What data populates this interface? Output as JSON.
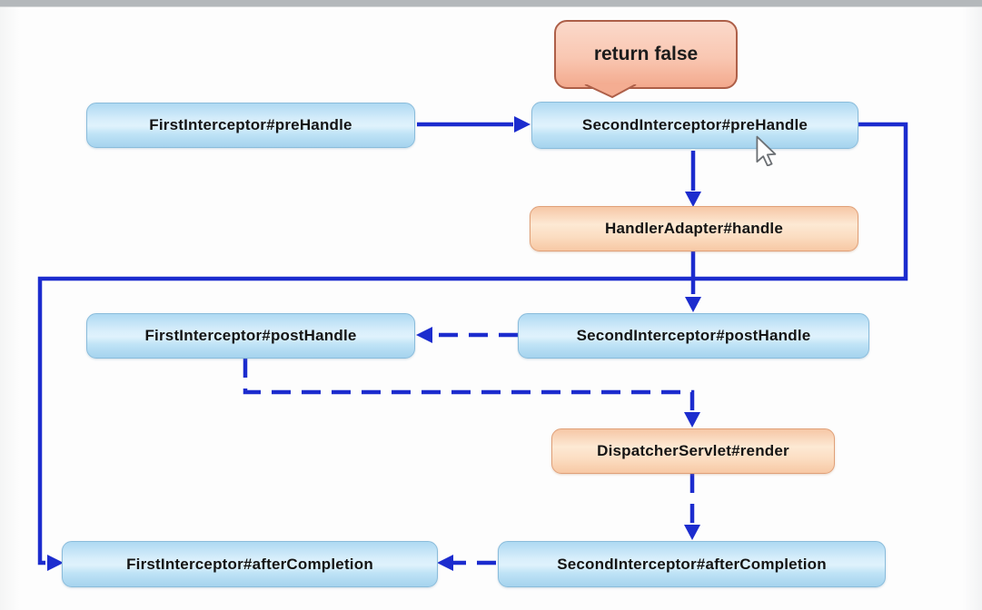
{
  "diagram": {
    "title_hint": "interceptor-flow-diagram",
    "bubble_label": "return false",
    "nodes": {
      "first_pre": "FirstInterceptor#preHandle",
      "second_pre": "SecondInterceptor#preHandle",
      "handler_adapter": "HandlerAdapter#handle",
      "first_post": "FirstInterceptor#postHandle",
      "second_post": "SecondInterceptor#postHandle",
      "dispatcher_render": "DispatcherServlet#render",
      "first_after": "FirstInterceptor#afterCompletion",
      "second_after": "SecondInterceptor#afterCompletion"
    },
    "edges": [
      {
        "from": "first_pre",
        "to": "second_pre",
        "style": "solid"
      },
      {
        "from": "second_pre",
        "to": "handler_adapter",
        "style": "solid"
      },
      {
        "from": "handler_adapter",
        "to": "second_post",
        "style": "solid"
      },
      {
        "from": "second_post",
        "to": "first_post",
        "style": "dashed"
      },
      {
        "from": "first_post",
        "to": "dispatcher_render",
        "style": "dashed"
      },
      {
        "from": "dispatcher_render",
        "to": "second_after",
        "style": "dashed"
      },
      {
        "from": "second_after",
        "to": "first_after",
        "style": "dashed"
      },
      {
        "from": "second_pre",
        "to": "first_after",
        "style": "solid",
        "note": "return false bypass"
      }
    ],
    "colors": {
      "arrow": "#1c2cce",
      "interceptor_box_fill": "#c5e6f8",
      "interceptor_box_border": "#8abcdb",
      "framework_box_fill": "#fbdcc0",
      "framework_box_border": "#e0a078",
      "bubble_fill": "#f8c3ac",
      "bubble_border": "#ad5f48",
      "topbar": "#b4b8bb"
    }
  }
}
